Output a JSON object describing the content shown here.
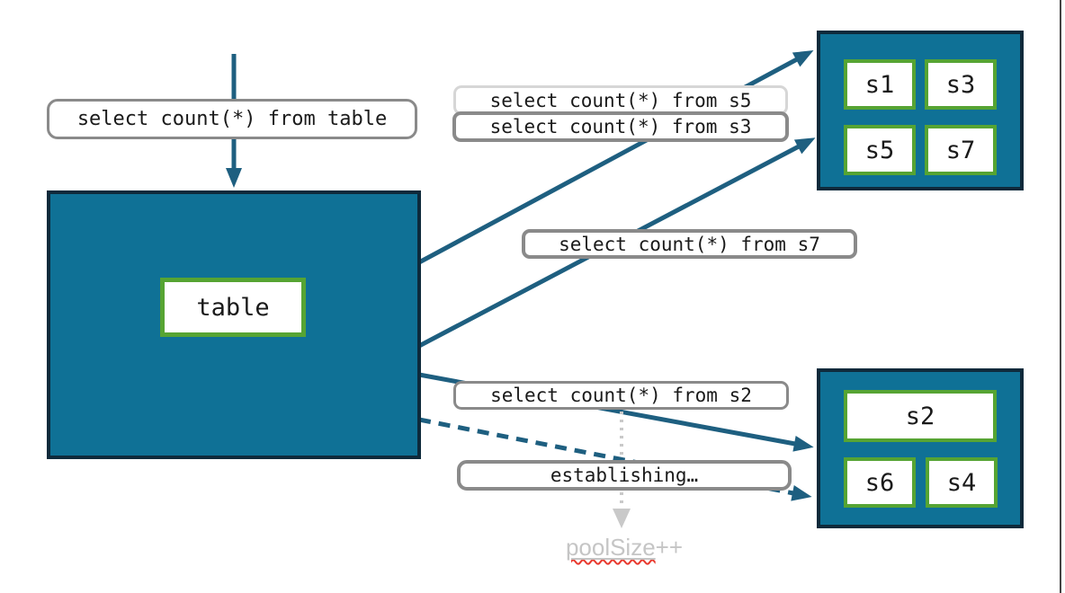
{
  "client_request": {
    "query": "select count(*) from table"
  },
  "source_table": {
    "label": "table"
  },
  "shard_queries": {
    "s5": "select count(*) from s5",
    "s3": "select count(*) from s3",
    "s7": "select count(*) from s7",
    "s2": "select count(*) from s2"
  },
  "connection_status": {
    "establishing": "establishing…",
    "pool_word": "poolSize",
    "pool_suffix": "++"
  },
  "shard_group_top": {
    "cells": [
      "s1",
      "s3",
      "s5",
      "s7"
    ]
  },
  "shard_group_bottom": {
    "cells": [
      "s2",
      "s6",
      "s4"
    ]
  },
  "colors": {
    "node_fill_teal": "#0F7196",
    "node_border_navy": "#0E2A3B",
    "cell_border_green": "#56A433",
    "arrow_teal": "#1E5F80",
    "label_border_gray": "#8A8A8A",
    "label_border_light": "#D6D6D6",
    "muted_text_gray": "#C5C5C5",
    "dotted_arrow_gray": "#C9C9C9",
    "spellcheck_red": "#E8392E"
  }
}
